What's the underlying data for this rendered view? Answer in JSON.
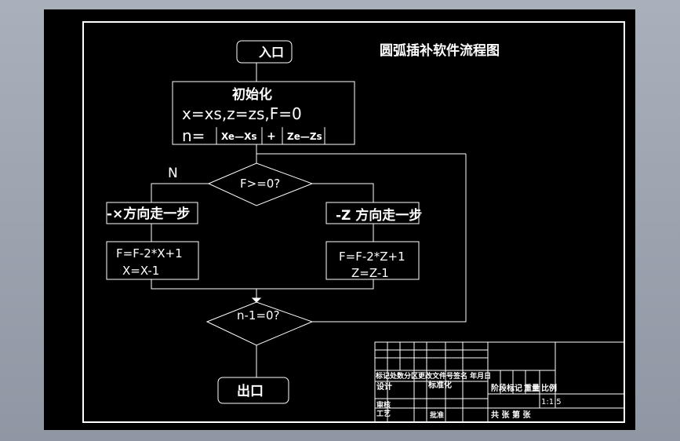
{
  "drawing": {
    "title": "圆弧插补软件流程图",
    "nodes": {
      "entry": "入口",
      "init_title": "初始化",
      "init_line1": "x=xs,z=zs,F=0",
      "init_n": "n=",
      "init_xe": "Xe—Xs",
      "init_plus": "+",
      "init_ze": "Ze—Zs",
      "decision1": "F>=0?",
      "branch_n": "N",
      "step_x": "-×方向走一步",
      "step_z": "-Z 方向走一步",
      "calc_x_1": "F=F-2*X+1",
      "calc_x_2": "X=X-1",
      "calc_z_1": "F=F-2*Z+1",
      "calc_z_2": "Z=Z-1",
      "decision2": "n-1=0?",
      "exit": "出口"
    },
    "title_block": {
      "row1": "标记处数分区更改文件号签名 年月日",
      "design": "设计",
      "standard": "标准化",
      "stage": "阶段标记",
      "weight": "重量",
      "scale_label": "比例",
      "scale_value": "1:1.5",
      "review": "审核",
      "craft": "工艺",
      "approve": "批准",
      "sheets": "共  张  第  张"
    }
  },
  "colors": {
    "background": "#000000",
    "lines": "#ffffff",
    "outer_bg": "#9aa2ae"
  }
}
